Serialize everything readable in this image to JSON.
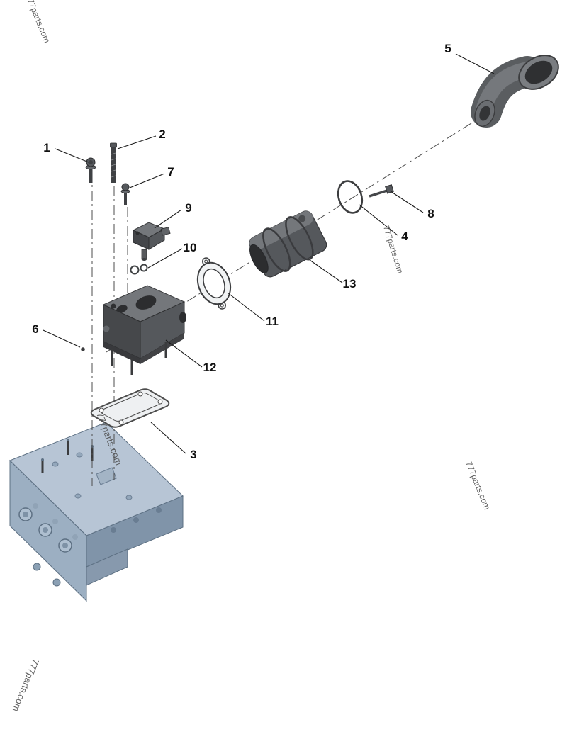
{
  "callouts": [
    {
      "label": "1"
    },
    {
      "label": "2"
    },
    {
      "label": "3"
    },
    {
      "label": "4"
    },
    {
      "label": "5"
    },
    {
      "label": "6"
    },
    {
      "label": "7"
    },
    {
      "label": "8"
    },
    {
      "label": "9"
    },
    {
      "label": "10"
    },
    {
      "label": "11"
    },
    {
      "label": "12"
    },
    {
      "label": "13"
    }
  ],
  "watermark": {
    "text": "777parts.com",
    "color": "#4f4f4f"
  },
  "colors": {
    "background": "#ffffff",
    "metal_dark": "#3f4144",
    "metal_mid": "#55585c",
    "metal_light": "#74777b",
    "metal_boss": "#64676b",
    "port_dark": "#2c2d2f",
    "block_top": "#b7c5d5",
    "block_front": "#9cafc2",
    "block_side": "#8094a9",
    "block_detail_fill": "#aebfd0",
    "gasket_fill": "#eef0f2",
    "gasket_ring_fill": "#f1f3f4",
    "centerline": "#4d4d4d",
    "label_text": "#111111"
  }
}
